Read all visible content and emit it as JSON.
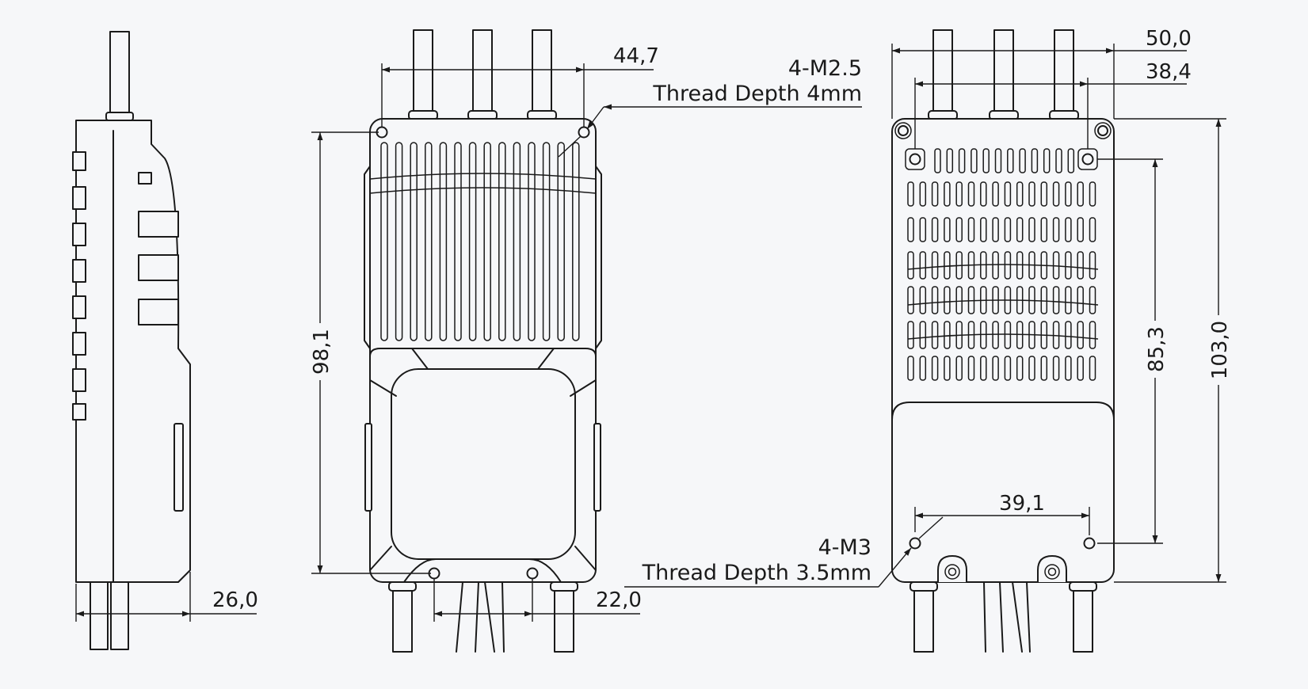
{
  "dimensions": {
    "side_thickness": "26,0",
    "front_hole_spacing_top": "44,7",
    "front_height": "98,1",
    "front_hole_spacing_bottom": "22,0",
    "back_width": "50,0",
    "back_hole_spacing_top": "38,4",
    "back_hole_vertical": "85,3",
    "back_height": "103,0",
    "back_hole_spacing_bottom": "39,1"
  },
  "notes": {
    "front_thread_label": "4-M2.5",
    "front_thread_depth": "Thread Depth 4mm",
    "back_thread_label": "4-M3",
    "back_thread_depth": "Thread Depth 3.5mm"
  },
  "colors": {
    "line": "#1a1a1a",
    "background": "#f6f7f9"
  }
}
